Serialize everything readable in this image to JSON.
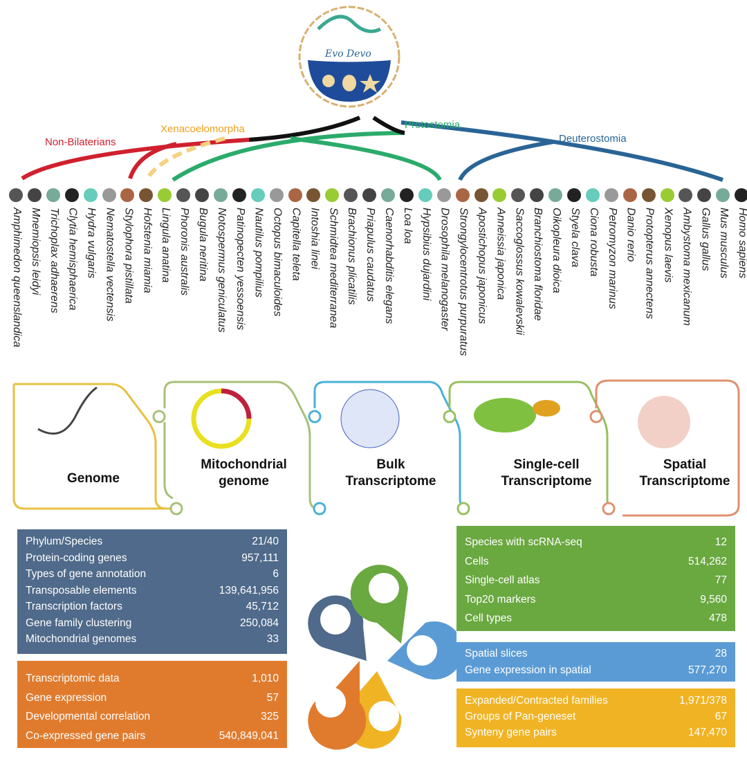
{
  "logo": {
    "text": "Evo Devo"
  },
  "clades": [
    {
      "name": "Non-Bilaterians",
      "color": "#d0202e"
    },
    {
      "name": "Xenacoelomorpha",
      "color": "#f0a020"
    },
    {
      "name": "Protostomia",
      "color": "#2bab6b"
    },
    {
      "name": "Deuterostomia",
      "color": "#2a6496"
    }
  ],
  "species": [
    "Amphimedon queenslandica",
    "Mnemiopsis leidyi",
    "Trichoplax adhaerens",
    "Clytia hemisphaerica",
    "Hydra vulgaris",
    "Nematostella vectensis",
    "Stylophora pistillata",
    "Hofstenia miamia",
    "Lingula anatina",
    "Phoronis australis",
    "Bugula neritina",
    "Notospermus geniculatus",
    "Patinopecten yessoensis",
    "Nautilus pompilius",
    "Octopus bimaculoides",
    "Capitella teleta",
    "Intoshia linei",
    "Schmidtea mediterranea",
    "Brachionus plicatilis",
    "Priapulus caudatus",
    "Caenorhabditis elegans",
    "Loa loa",
    "Hypsibius dujardini",
    "Drosophila melanogaster",
    "Strongylocentrotus purpuratus",
    "Apostichopus japonicus",
    "Anneissia japonica",
    "Saccoglossus kowalevskii",
    "Branchiostoma floridae",
    "Oikopleura dioica",
    "Styela clava",
    "Ciona robusta",
    "Petromyzon marinus",
    "Danio rerio",
    "Protopterus annectens",
    "Xenopus laevis",
    "Ambystoma mexicanum",
    "Gallus gallus",
    "Mus musculus",
    "Homo sapiens"
  ],
  "panels": [
    {
      "label": "Genome",
      "color": "#e8c040"
    },
    {
      "label": "Mitochondrial genome",
      "color": "#a8c078"
    },
    {
      "label": "Bulk Transcriptome",
      "color": "#4ab0d8"
    },
    {
      "label": "Single-cell Transcriptome",
      "color": "#98c060"
    },
    {
      "label": "Spatial Transcriptome",
      "color": "#e09070"
    }
  ],
  "stats": {
    "genome": {
      "color": "#4f6a8a",
      "rows": [
        [
          "Phylum/Species",
          "21/40"
        ],
        [
          "Protein-coding genes",
          "957,111"
        ],
        [
          "Types of gene annotation",
          "6"
        ],
        [
          "Transposable elements",
          "139,641,956"
        ],
        [
          "Transcription factors",
          "45,712"
        ],
        [
          "Gene family clustering",
          "250,084"
        ],
        [
          "Mitochondrial genomes",
          "33"
        ]
      ]
    },
    "transcriptome": {
      "color": "#e07b2e",
      "rows": [
        [
          "Transcriptomic data",
          "1,010"
        ],
        [
          "Gene expression",
          "57"
        ],
        [
          "Developmental correlation",
          "325"
        ],
        [
          "Co-expressed gene pairs",
          "540,849,041"
        ]
      ]
    },
    "singlecell": {
      "color": "#6aa840",
      "rows": [
        [
          "Species with scRNA-seq",
          "12"
        ],
        [
          "Cells",
          "514,262"
        ],
        [
          "Single-cell atlas",
          "77"
        ],
        [
          "Top20 markers",
          "9,560"
        ],
        [
          "Cell types",
          "478"
        ]
      ]
    },
    "spatial": {
      "color": "#5b9bd5",
      "rows": [
        [
          "Spatial slices",
          "28"
        ],
        [
          "Gene expression in spatial",
          "577,270"
        ]
      ]
    },
    "evolution": {
      "color": "#f0b323",
      "rows": [
        [
          "Expanded/Contracted families",
          "1,971/378"
        ],
        [
          "Groups of Pan-geneset",
          "67"
        ],
        [
          "Synteny gene pairs",
          "147,470"
        ]
      ]
    }
  }
}
